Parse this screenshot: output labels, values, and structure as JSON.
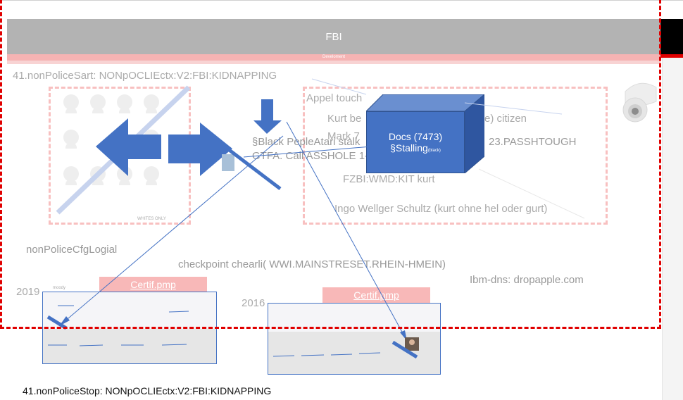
{
  "header": {
    "title": "FBI",
    "subtitle": "Develoment"
  },
  "texts": {
    "start_line": "41.nonPoliceSart: NONpOCLIEctx:V2:FBI:KIDNAPPING",
    "stop_line": "41.nonPoliceStop: NONpOCLIEctx:V2:FBI:KIDNAPPING",
    "appel": "Appel touch",
    "kurt_be": "Kurt be",
    "citizen": "e) citizen",
    "mark": "Mark 7",
    "black_people": "§Black PepleAtari stalk",
    "passthough": "23.PASSHTOUGH",
    "gtfa": "GTFA. Call ASSHOLE 1-",
    "fzbi": "FZBI:WMD:KIT kurt",
    "ingo": "Ingo Wellger Schultz (kurt ohne hel oder gurt)",
    "cfg": "nonPoliceCfgLogial",
    "checkpoint": "checkpoint chearli( WWI.MAINSTRESET.RHEIN-HMEIN)",
    "ibm": "Ibm-dns: dropapple.com",
    "whites_only": "WHITES ONLY",
    "moody": "moody"
  },
  "docs_box": {
    "line1": "Docs (7473)",
    "line2": "§Stalling",
    "line2_small": "(black)"
  },
  "cards": [
    {
      "year": "2019",
      "cert": "Certif.pmp"
    },
    {
      "year": "2016",
      "cert": "Certif.pmp"
    }
  ],
  "colors": {
    "accent": "#4472c4",
    "red": "#e00000",
    "pink": "#f8b8b8",
    "header": "#b3b3b3"
  }
}
